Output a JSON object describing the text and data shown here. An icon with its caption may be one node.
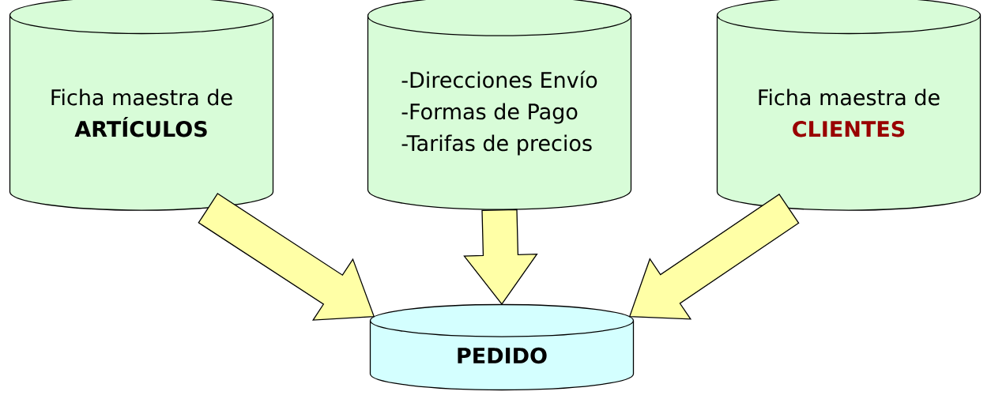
{
  "diagram": {
    "nodes": [
      {
        "text": [
          "Ficha maestra de",
          "ARTÍCULOS"
        ]
      },
      {
        "text": [
          "-Direcciones Envío",
          "-Formas de Pago",
          "-Tarifas de precios"
        ]
      },
      {
        "text": [
          "Ficha maestra de",
          "CLIENTES"
        ]
      },
      {
        "text": [
          "PEDIDO"
        ]
      }
    ],
    "edges": [
      {
        "from": 0,
        "to": 3,
        "arrow": "to"
      },
      {
        "from": 1,
        "to": 3,
        "arrow": "to"
      },
      {
        "from": 2,
        "to": 3,
        "arrow": "to"
      }
    ]
  }
}
